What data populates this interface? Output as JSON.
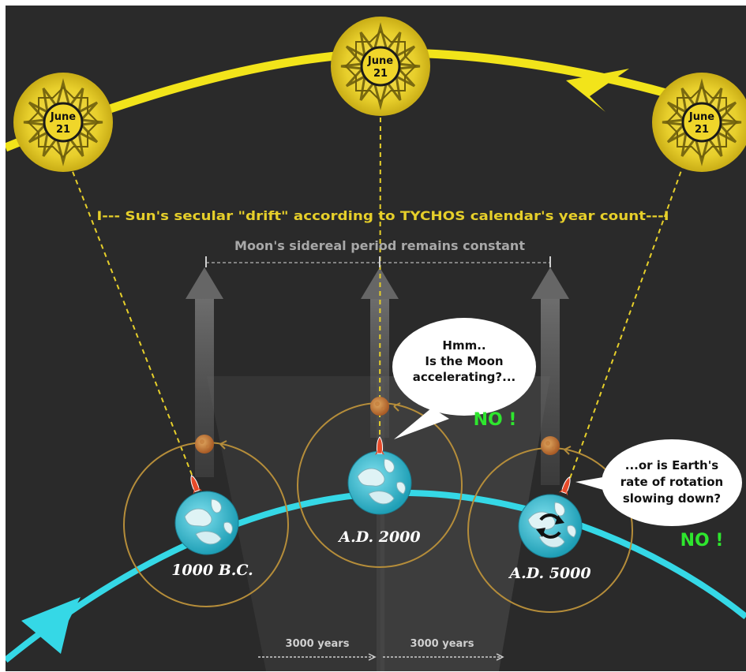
{
  "suns": [
    {
      "line1": "June",
      "line2": "21"
    },
    {
      "line1": "June",
      "line2": "21"
    },
    {
      "line1": "June",
      "line2": "21"
    }
  ],
  "drift_label": "I--- Sun's secular \"drift\" according to TYCHOS calendar's year count---I",
  "moon_label": "Moon's sidereal  period remains constant",
  "eras": [
    "1000 B.C.",
    "A.D. 2000",
    "A.D. 5000"
  ],
  "bubble1": {
    "lines": [
      "Hmm..",
      "Is the Moon",
      "accelerating?..."
    ]
  },
  "bubble2": {
    "lines": [
      "...or is Earth's",
      "rate of rotation",
      "slowing down?"
    ]
  },
  "no_labels": [
    "NO !",
    "NO !"
  ],
  "years": [
    "3000 years",
    "3000 years"
  ],
  "colors": {
    "background": "#2a2a2a",
    "sun_orbit": "#f2e41a",
    "earth_orbit": "#35d8e6",
    "dashed_line": "#e6cf2a",
    "no_text": "#2ee62e"
  },
  "icons": [
    "sun-icon",
    "earth-icon",
    "moon-icon",
    "rotation-icon",
    "arrow-icon"
  ]
}
